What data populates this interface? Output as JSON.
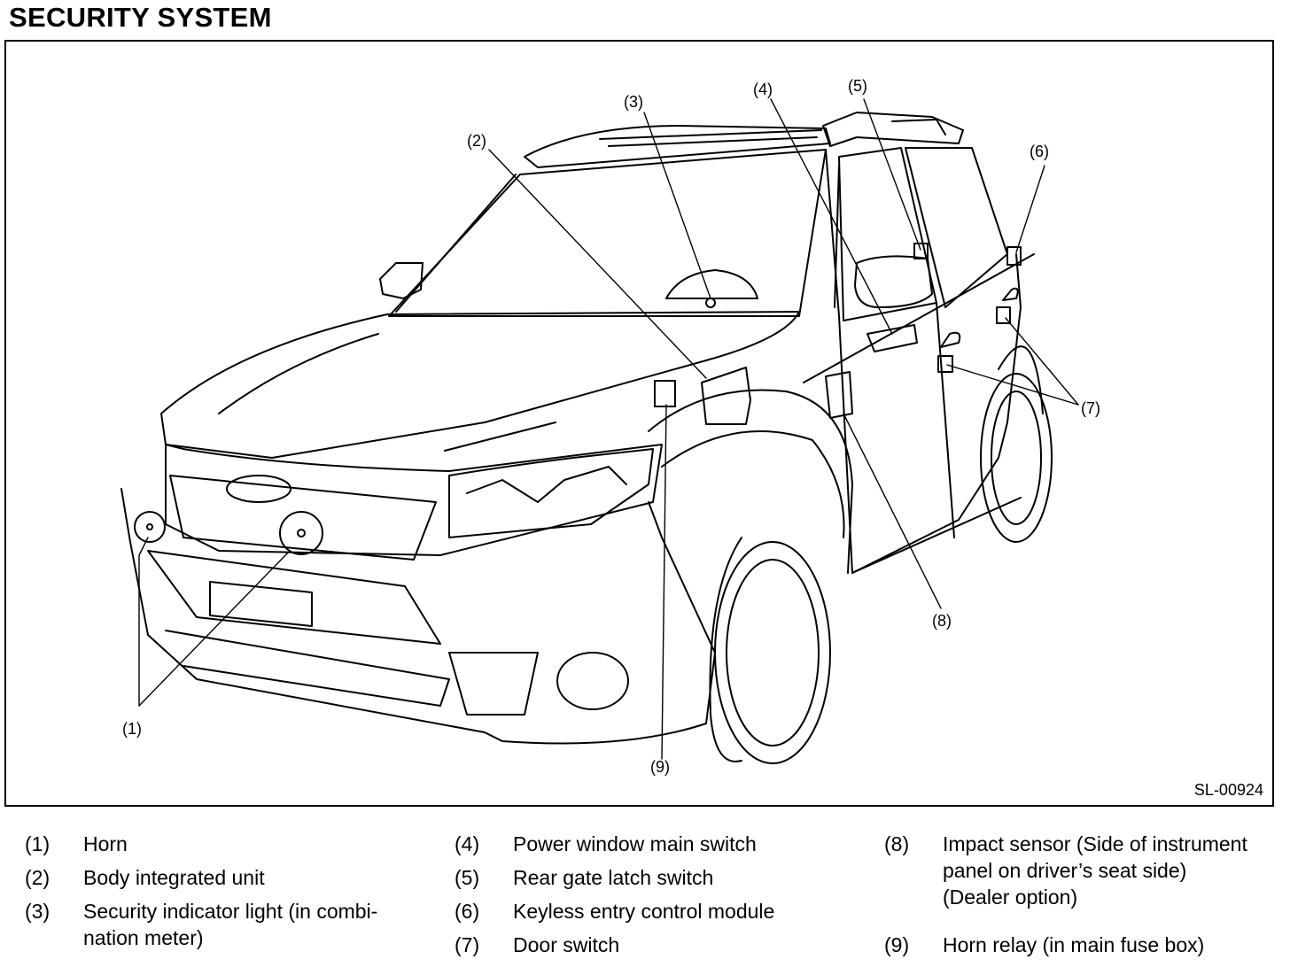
{
  "page": {
    "title": "SECURITY SYSTEM"
  },
  "figure": {
    "code": "SL-00924",
    "callouts": {
      "c1": "(1)",
      "c2": "(2)",
      "c3": "(3)",
      "c4": "(4)",
      "c5": "(5)",
      "c6": "(6)",
      "c7": "(7)",
      "c8": "(8)",
      "c9": "(9)"
    }
  },
  "legend": {
    "col1": [
      {
        "num": "(1)",
        "line1": "Horn",
        "line2": ""
      },
      {
        "num": "(2)",
        "line1": "Body integrated unit",
        "line2": ""
      },
      {
        "num": "(3)",
        "line1": "Security indicator light (in combi-",
        "line2": "nation meter)"
      }
    ],
    "col2": [
      {
        "num": "(4)",
        "line1": "Power window main switch",
        "line2": ""
      },
      {
        "num": "(5)",
        "line1": "Rear gate latch switch",
        "line2": ""
      },
      {
        "num": "(6)",
        "line1": "Keyless entry control module",
        "line2": ""
      },
      {
        "num": "(7)",
        "line1": "Door switch",
        "line2": ""
      }
    ],
    "col3": [
      {
        "num": "(8)",
        "line1": "Impact sensor (Side of instrument",
        "line2": "panel on driver’s seat side)",
        "line3": "(Dealer option)"
      },
      {
        "num": "(9)",
        "line1": "Horn relay (in main fuse box)",
        "line2": ""
      }
    ]
  }
}
